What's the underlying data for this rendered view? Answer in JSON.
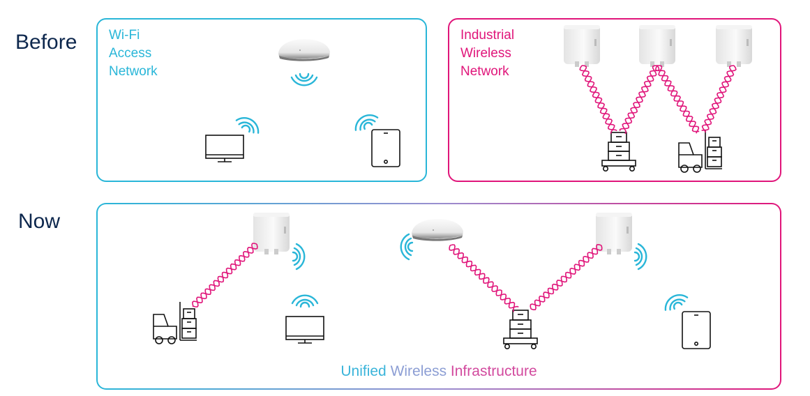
{
  "labels": {
    "before": "Before",
    "now": "Now"
  },
  "panels": {
    "wifi": {
      "title_lines": [
        "Wi-Fi",
        "Access",
        "Network"
      ]
    },
    "industrial": {
      "title_lines": [
        "Industrial",
        "Wireless",
        "Network"
      ]
    },
    "unified": {
      "title_words": [
        "Unified",
        "Wireless",
        "Infrastructure"
      ]
    }
  },
  "colors": {
    "wifi": "#29b6d8",
    "industrial": "#e0157a",
    "unified_mid": "#9a8fd0",
    "label": "#0d274d",
    "device_stroke": "#111111"
  },
  "icons": [
    "access-point-ceiling",
    "access-point-box",
    "monitor",
    "tablet",
    "cart",
    "forklift",
    "wifi-waves",
    "wireless-link"
  ]
}
